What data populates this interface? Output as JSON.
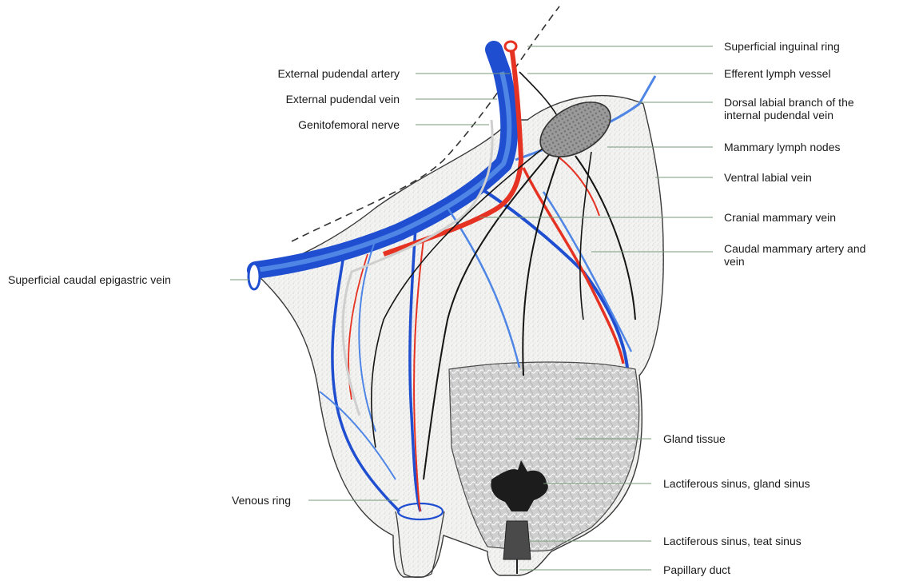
{
  "labels": {
    "superficial_inguinal_ring": "Superficial inguinal ring",
    "external_pudendal_artery": "External pudendal artery",
    "efferent_lymph_vessel": "Efferent lymph vessel",
    "external_pudendal_vein": "External pudendal vein",
    "dorsal_labial_branch_line1": "Dorsal labial branch of the",
    "dorsal_labial_branch_line2": "internal pudendal vein",
    "genitofemoral_nerve": "Genitofemoral nerve",
    "mammary_lymph_nodes": "Mammary lymph nodes",
    "ventral_labial_vein": "Ventral labial vein",
    "cranial_mammary_vein": "Cranial mammary vein",
    "caudal_mammary_line1": "Caudal mammary artery and",
    "caudal_mammary_line2": "vein",
    "superficial_caudal_epigastric_vein": "Superficial caudal epigastric vein",
    "gland_tissue": "Gland tissue",
    "lactiferous_sinus_gland": "Lactiferous sinus, gland sinus",
    "venous_ring": "Venous ring",
    "lactiferous_sinus_teat": "Lactiferous sinus, teat sinus",
    "papillary_duct": "Papillary duct"
  },
  "colors": {
    "vein": "#1f4fd0",
    "vein_light": "#4f86e6",
    "artery": "#e53222",
    "nerve": "#d9d9d9",
    "lymph": "#151515",
    "node": "#8f8f8f",
    "outline": "#3a3a3a",
    "gland": "#c9c9c9",
    "leader": "#7a9a7a"
  }
}
